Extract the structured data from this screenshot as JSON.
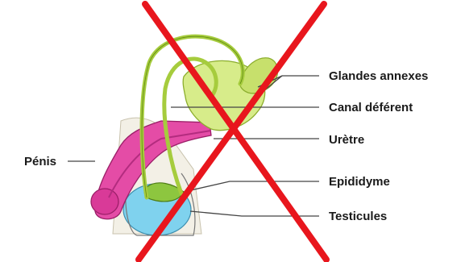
{
  "labels": {
    "glandes": "Glandes annexes",
    "canal": "Canal déférent",
    "uretre": "Urètre",
    "epididyme": "Epididyme",
    "testicules": "Testicules",
    "penis": "Pénis"
  },
  "colors": {
    "cross": "#e8161d",
    "penis": "#e44ca6",
    "glands": "#d7ec8a",
    "canal": "#a6cc3d",
    "testicle": "#7fd2ee",
    "epididymis": "#8dc63f",
    "leader": "#444444"
  }
}
